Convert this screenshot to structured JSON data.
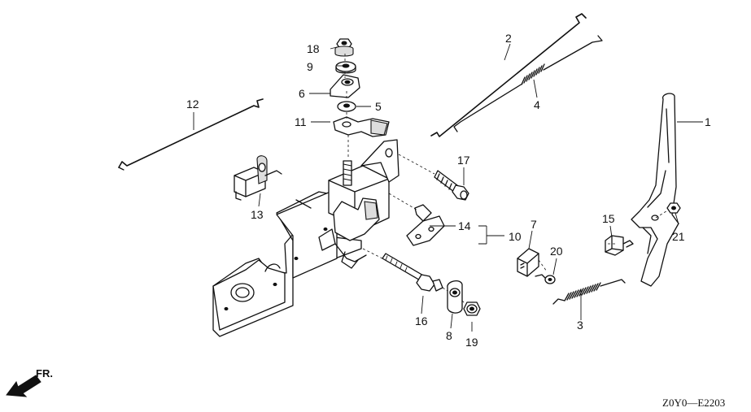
{
  "diagram": {
    "drawing_code": "Z0Y0—E2203",
    "front_label": "FR.",
    "callouts": [
      "1",
      "2",
      "3",
      "4",
      "5",
      "6",
      "7",
      "8",
      "9",
      "10",
      "11",
      "12",
      "13",
      "14",
      "15",
      "16",
      "17",
      "18",
      "19",
      "20",
      "21"
    ]
  }
}
